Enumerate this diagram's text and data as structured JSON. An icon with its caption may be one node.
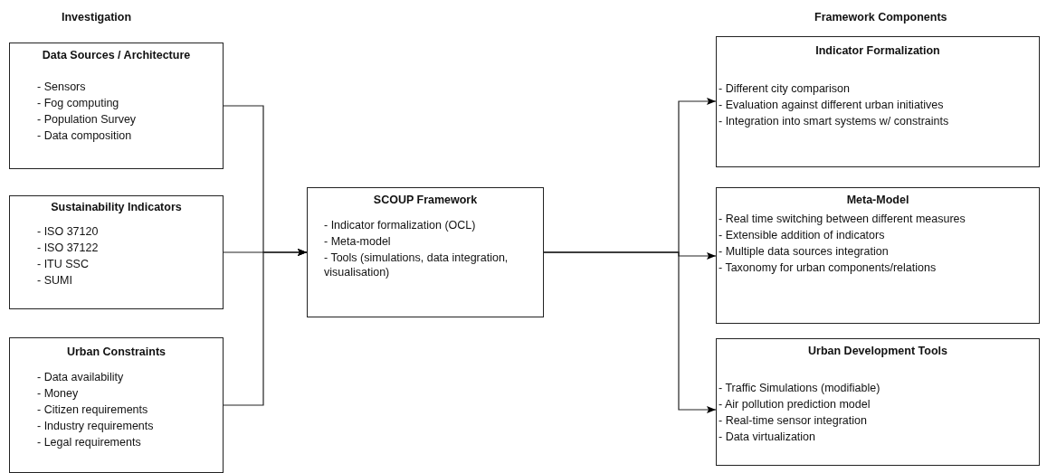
{
  "diagram": {
    "nodes": [
      {
        "text": [
          "Data Sources / Architecture",
          "- Sensors",
          "- Fog computing",
          "- Population Survey",
          "- Data composition"
        ]
      },
      {
        "text": [
          "Sustainability Indicators",
          "- ISO 37120",
          "- ISO 37122",
          "- ITU SSC",
          "- SUMI"
        ]
      },
      {
        "text": [
          "Urban Constraints",
          "- Data availability",
          "- Money",
          "- Citizen requirements",
          "- Industry requirements",
          "- Legal requirements"
        ]
      },
      {
        "text": [
          "SCOUP Framework",
          "- Indicator formalization (OCL)",
          "- Meta-model",
          "- Tools (simulations, data integration, visualisation)"
        ]
      },
      {
        "text": [
          "Indicator Formalization",
          "- Different city comparison",
          "- Evaluation against different urban initiatives",
          "- Integration into smart systems w/ constraints"
        ]
      },
      {
        "text": [
          "Meta-Model",
          "- Real time switching between different measures",
          "- Extensible addition of indicators",
          "- Multiple data sources integration",
          "- Taxonomy for urban components/relations"
        ]
      },
      {
        "text": [
          "Urban Development Tools",
          "- Traffic Simulations (modifiable)",
          "- Air pollution prediction model",
          "- Real-time sensor integration",
          "- Data virtualization"
        ]
      }
    ],
    "edges": [
      {
        "from": 0,
        "to": 3,
        "arrow": "to"
      },
      {
        "from": 1,
        "to": 3,
        "arrow": "to"
      },
      {
        "from": 2,
        "to": 3,
        "arrow": "to"
      },
      {
        "from": 3,
        "to": 4,
        "arrow": "to"
      },
      {
        "from": 3,
        "to": 5,
        "arrow": "to"
      },
      {
        "from": 3,
        "to": 6,
        "arrow": "to"
      }
    ],
    "labels": [
      "Investigation",
      "Framework Components"
    ]
  }
}
